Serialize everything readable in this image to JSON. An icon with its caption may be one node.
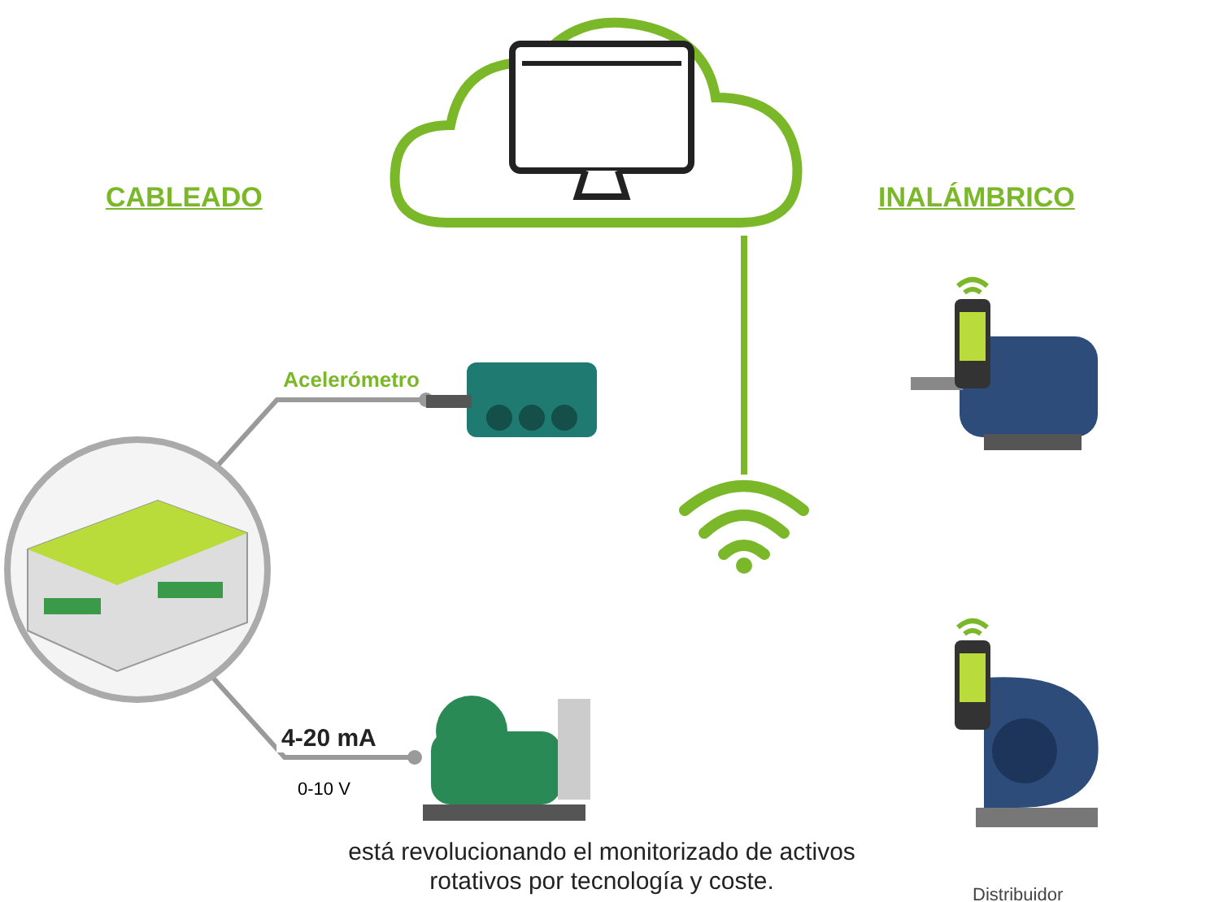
{
  "diagram": {
    "caption": "está revolucionando el monitorizado de activos rotativos por tecnología y coste.",
    "nodes": [
      {
        "text": [],
        "shape": "cloud"
      },
      {
        "text": [],
        "shape": "picture"
      },
      {
        "text": [],
        "shape": "picture"
      },
      {
        "text": [],
        "shape": "picture"
      },
      {
        "text": [],
        "shape": "picture"
      },
      {
        "text": [],
        "shape": "picture"
      },
      {
        "text": [],
        "shape": "picture"
      }
    ],
    "edges": [
      {
        "from": 0,
        "to": 1,
        "arrow": "none",
        "color": "#7ab829"
      },
      {
        "from": 2,
        "to": 3,
        "arrow": "other",
        "label": "Acelerómetro"
      },
      {
        "from": 2,
        "to": 4,
        "arrow": "other",
        "label": "4-20 mA"
      }
    ],
    "labels": [
      "CABLEADO",
      "INALÁMBRICO",
      "0-10 V",
      "Distribuidor"
    ]
  }
}
